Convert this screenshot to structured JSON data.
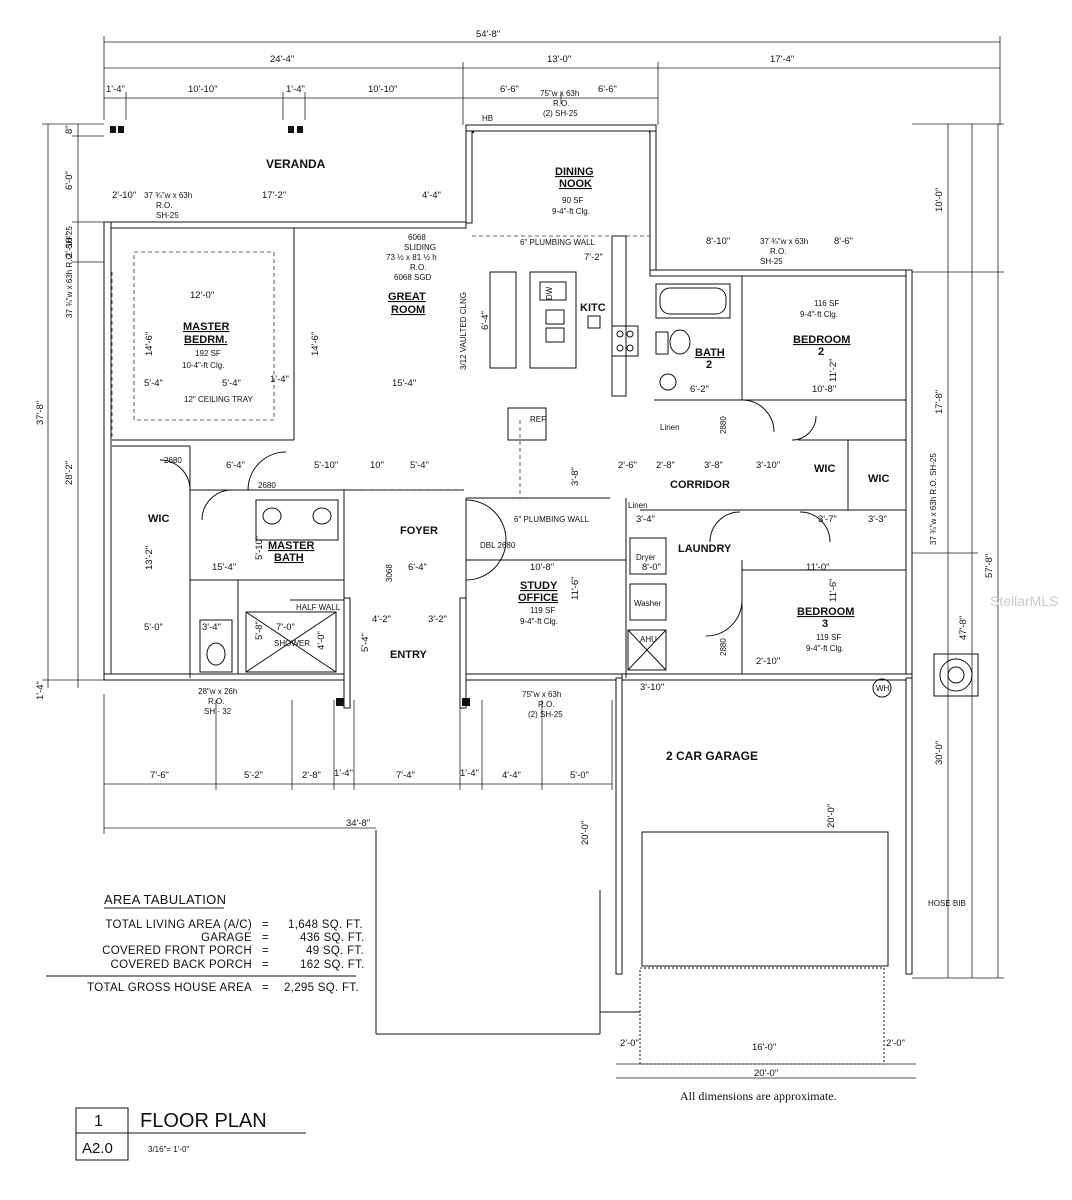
{
  "rooms": {
    "veranda": "VERANDA",
    "dining_1": "DINING",
    "dining_2": "NOOK",
    "dining_area": "90 SF",
    "dining_clg": "9-4\"-ft Clg.",
    "great_1": "GREAT",
    "great_2": "ROOM",
    "kitchen": "KITC",
    "master_1": "MASTER",
    "master_2": "BEDRM.",
    "master_area": "192 SF",
    "master_clg": "10-4\"-ft Clg.",
    "bath2_1": "BATH",
    "bath2_2": "2",
    "bed2_1": "BEDROOM",
    "bed2_2": "2",
    "bed2_area": "116 SF",
    "bed2_clg": "9-4\"-ft Clg.",
    "wic_left": "WIC",
    "mbath_1": "MASTER",
    "mbath_2": "BATH",
    "foyer": "FOYER",
    "corridor": "CORRIDOR",
    "wic_mid": "WIC",
    "wic_right": "WIC",
    "laundry": "LAUNDRY",
    "study_1": "STUDY",
    "study_2": "OFFICE",
    "study_area": "119 SF",
    "study_clg": "9-4\"-ft Clg.",
    "bed3_1": "BEDROOM",
    "bed3_2": "3",
    "bed3_area": "119 SF",
    "bed3_clg": "9-4\"-ft Clg.",
    "entry": "ENTRY",
    "shower": "SHOWER",
    "garage": "2 CAR GARAGE"
  },
  "labels": {
    "sliding_1": "6068",
    "sliding_2": "SLIDING",
    "sliding_3": "73 ½ x 81 ½ h",
    "sliding_4": "R.O.",
    "sliding_5": "6068 SGD",
    "vaulted": "3/12 VAULTED CLNG",
    "plumbing_top": "6\" PLUMBING WALL",
    "plumbing_mid": "6\" PLUMBING WALL",
    "ceiling_tray": "12\" CEILING TRAY",
    "ref": "REF",
    "dw": "DW",
    "linen_1": "Linen",
    "linen_2": "Linen",
    "dryer": "Dryer",
    "washer": "Washer",
    "ahu": "AHU",
    "wh": "WH",
    "hb": "HB",
    "hose_bib": "HOSE BIB",
    "dbl_door": "DBL 2680",
    "half_wall": "HALF WALL",
    "win_top_1": "75\"w x 63h",
    "win_top_2": "R.O.",
    "win_top_3": "(2) SH-25",
    "win_bed2_1": "37 ¾\"w x 63h",
    "win_bed2_2": "R.O.",
    "win_bed2_3": "SH-25",
    "win_master_1": "37 ¾\"w x 63h",
    "win_master_2": "R.O.",
    "win_master_3": "SH-25",
    "win_study_1": "75\"w x 63h",
    "win_study_2": "R.O.",
    "win_study_3": "(2) SH-25",
    "win_mbath_1": "28\"w x 26h",
    "win_mbath_2": "R.O.",
    "win_mbath_3": "SH - 32",
    "win_side_left": "37 ¾\"w x 63h R.O. SH-25",
    "win_side_right": "37 ¾\"w x 63h R.O. SH-25",
    "door_2680_a": "2680",
    "door_2680_b": "2680",
    "door_2880_a": "2880",
    "door_2880_b": "2880",
    "door_3068": "3068"
  },
  "dims": {
    "overall_top": "54'-8\"",
    "top_1": "24'-4\"",
    "top_2": "13'-0\"",
    "top_3": "17'-4\"",
    "sub_1": "1'-4\"",
    "sub_2": "10'-10\"",
    "sub_3": "1'-4\"",
    "sub_4": "10'-10\"",
    "sub_5": "6'-6\"",
    "sub_6": "6'-6\"",
    "left_8": "8\"",
    "left_60": "6'-0\"",
    "left_210": "2'-10\"",
    "left_total": "37'-8\"",
    "left_282": "28'-2\"",
    "left_14": "1'-4\"",
    "right_100": "10'-0\"",
    "right_178": "17'-8\"",
    "right_578": "57'-8\"",
    "right_478": "47'-8\"",
    "right_300": "30'-0\"",
    "ver_2_10": "2'-10\"",
    "ver_17_2": "17'-2\"",
    "ver_4_4": "4'-4\"",
    "m_12_0": "12'-0\"",
    "m_14_6": "14'-6\"",
    "m_14_6b": "14'-6\"",
    "m_5_4": "5'-4\"",
    "m_5_4b": "5'-4\"",
    "m_1_4": "1'-4\"",
    "m_15_4": "15'-4\"",
    "k_7_2": "7'-2\"",
    "k_6_4": "6'-4\"",
    "b_8_10": "8'-10\"",
    "b_8_6": "8'-6\"",
    "b_11_2": "11'-2\"",
    "b_10_8": "10'-8\"",
    "b_6_2": "6'-2\"",
    "w_13_2": "13'-2\"",
    "f_6_4": "6'-4\"",
    "f_5_10": "5'-10\"",
    "f_10": "10\"",
    "f_5_4": "5'-4\"",
    "f_3_8": "3'-8\"",
    "c_2_6": "2'-6\"",
    "c_2_8": "2'-8\"",
    "c_3_8": "3'-8\"",
    "c_3_10": "3'-10\"",
    "c_3_7": "3'-7\"",
    "c_3_3": "3'-3\"",
    "c_3_4": "3'-4\"",
    "l_8_0": "8'-0\"",
    "mb_5_10": "5'-10\"",
    "mb_15_4": "15'-4\"",
    "mb_3_4": "3'-4\"",
    "mb_7_0": "7'-0\"",
    "mb_5_8": "5'-8\"",
    "mb_4_0": "4'-0\"",
    "mb_5_0": "5'-0\"",
    "e_4_2": "4'-2\"",
    "e_3_2": "3'-2\"",
    "e_5_4": "5'-4\"",
    "e_6_4": "6'-4\"",
    "s_10_8": "10'-8\"",
    "s_11_6": "11'-6\"",
    "b3_11_0": "11'-0\"",
    "b3_11_6": "11'-6\"",
    "b3_2_10": "2'-10\"",
    "g_3_10": "3'-10\"",
    "g_20_0": "20'-0\"",
    "g_20_0b": "20'-0\"",
    "bot_1": "7'-6\"",
    "bot_2": "5'-2\"",
    "bot_3": "2'-8\"",
    "bot_4": "1'-4\"",
    "bot_5": "7'-4\"",
    "bot_6": "1'-4\"",
    "bot_7": "4'-4\"",
    "bot_8": "5'-0\"",
    "bot_total": "34'-8\"",
    "dr_2_0a": "2'-0\"",
    "dr_16_0": "16'-0\"",
    "dr_2_0b": "2'-0\"",
    "dr_20_0": "20'-0\""
  },
  "area_tabulation": {
    "heading": "AREA TABULATION",
    "rows": [
      {
        "label": "TOTAL LIVING AREA (A/C)",
        "eq": "=",
        "value": "1,648 SQ. FT."
      },
      {
        "label": "GARAGE",
        "eq": "=",
        "value": "436 SQ. FT."
      },
      {
        "label": "COVERED FRONT PORCH",
        "eq": "=",
        "value": "49 SQ. FT."
      },
      {
        "label": "COVERED BACK PORCH",
        "eq": "=",
        "value": "162 SQ. FT."
      }
    ],
    "total": {
      "label": "TOTAL GROSS HOUSE AREA",
      "eq": "=",
      "value": "2,295 SQ. FT."
    }
  },
  "note": "All dimensions are approximate.",
  "title_block": {
    "number": "1",
    "sheet": "A2.0",
    "title": "FLOOR PLAN",
    "scale": "3/16\"= 1'-0\""
  },
  "watermark": "StellarMLS"
}
